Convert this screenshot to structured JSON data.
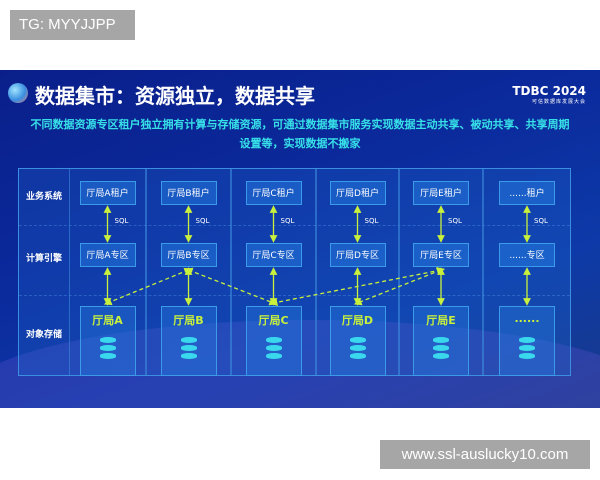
{
  "watermark_top": "TG: MYYJJPP",
  "watermark_bottom": "www.ssl-auslucky10.com",
  "slide": {
    "title": "数据集市：资源独立，数据共享",
    "brand": "TDBC 2024",
    "brand_sub": "可信数据库发展大会",
    "subtitle_line1": "不同数据资源专区租户独立拥有计算与存储资源，可通过数据集市服务实现数据主动共享、被动共享、共享周期",
    "subtitle_line2": "设置等，实现数据不搬家",
    "row_labels": [
      "业务系统",
      "计算引擎",
      "对象存储"
    ],
    "link_label": "SQL",
    "columns": [
      {
        "tenant": "厅局A租户",
        "zone": "厅局A专区",
        "storage": "厅局A"
      },
      {
        "tenant": "厅局B租户",
        "zone": "厅局B专区",
        "storage": "厅局B"
      },
      {
        "tenant": "厅局C租户",
        "zone": "厅局C专区",
        "storage": "厅局C"
      },
      {
        "tenant": "厅局D租户",
        "zone": "厅局D专区",
        "storage": "厅局D"
      },
      {
        "tenant": "厅局E租户",
        "zone": "厅局E专区",
        "storage": "厅局E"
      },
      {
        "tenant": "......租户",
        "zone": "......专区",
        "storage": "......"
      }
    ],
    "shares": [
      [
        "厅局B专区",
        "厅局A"
      ],
      [
        "厅局B专区",
        "厅局C"
      ],
      [
        "厅局E专区",
        "厅局C"
      ],
      [
        "厅局E专区",
        "厅局D"
      ]
    ],
    "colors": {
      "accent": "#37e0e8",
      "arrow": "#c8f03c",
      "background": "#0b2a9c"
    }
  }
}
